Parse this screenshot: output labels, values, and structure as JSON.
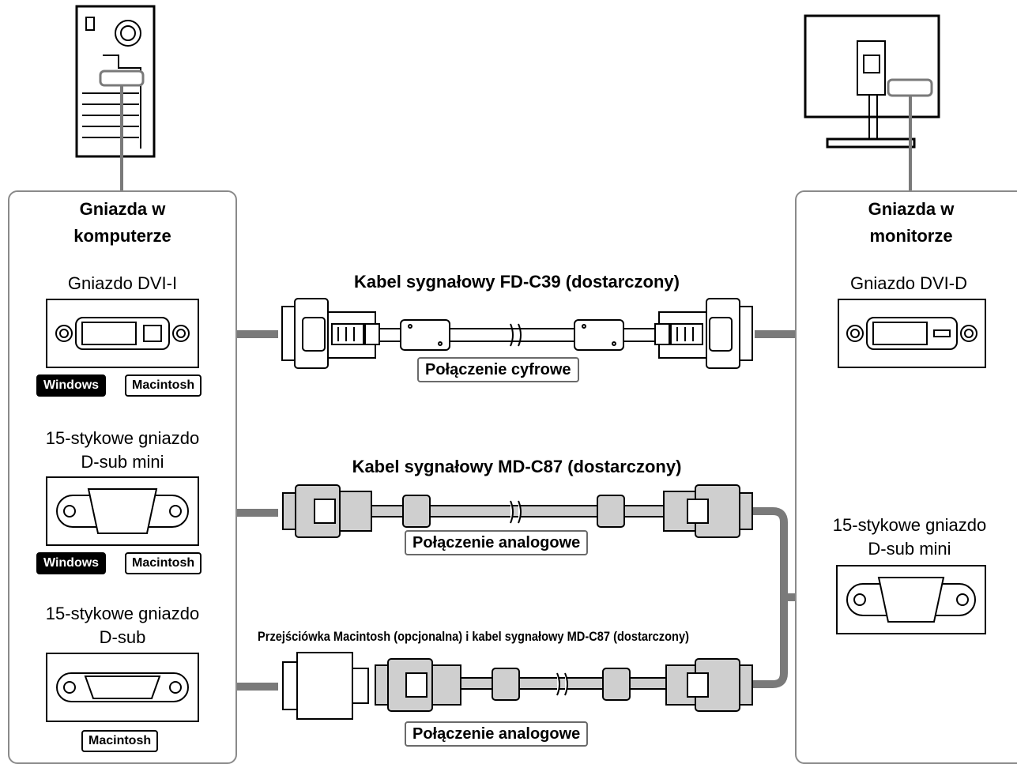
{
  "left_panel": {
    "title_line1": "Gniazda w",
    "title_line2": "komputerze",
    "ports": [
      {
        "label": "Gniazdo DVI-I",
        "badges": [
          "Windows",
          "Macintosh"
        ]
      },
      {
        "label_line1": "15-stykowe gniazdo",
        "label_line2": "D-sub mini",
        "badges": [
          "Windows",
          "Macintosh"
        ]
      },
      {
        "label_line1": "15-stykowe gniazdo",
        "label_line2": "D-sub",
        "badges": [
          "Macintosh"
        ]
      }
    ]
  },
  "right_panel": {
    "title_line1": "Gniazda w",
    "title_line2": "monitorze",
    "ports": [
      {
        "label": "Gniazdo DVI-D"
      },
      {
        "label_line1": "15-stykowe gniazdo",
        "label_line2": "D-sub mini"
      }
    ]
  },
  "cables": [
    {
      "title": "Kabel sygnałowy FD-C39 (dostarczony)",
      "connection": "Połączenie cyfrowe"
    },
    {
      "title": "Kabel sygnałowy MD-C87 (dostarczony)",
      "connection": "Połączenie analogowe"
    },
    {
      "title": "Przejściówka Macintosh (opcjonalna) i kabel sygnałowy MD-C87 (dostarczony)",
      "connection": "Połączenie analogowe"
    }
  ],
  "colors": {
    "arrow": "#7a7a7a",
    "panel_border": "#8a8a8a",
    "connector_fill": "#cfcfcf"
  }
}
